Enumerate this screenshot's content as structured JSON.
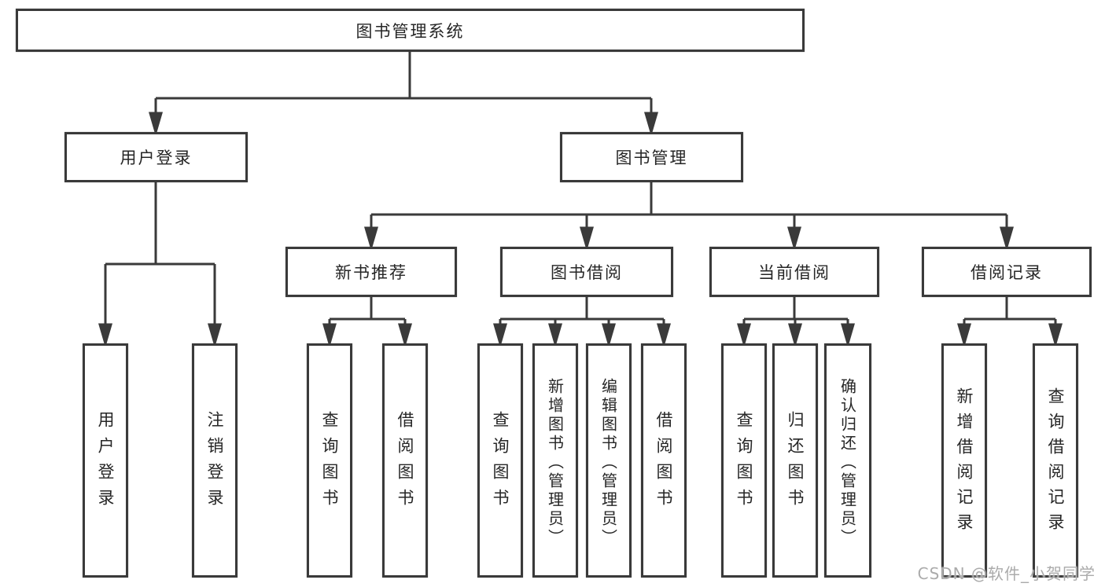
{
  "diagram_title": "图书管理系统",
  "colors": {
    "line": "#3a3a3a",
    "box_border": "#3a3a3a",
    "box_fill": "#ffffff",
    "text": "#262626",
    "watermark": "#ababab",
    "background": "#ffffff"
  },
  "nodes": {
    "root": "图书管理系统",
    "level2": {
      "user_login": "用户登录",
      "book_management": "图书管理"
    },
    "level3": {
      "new_book_recommend": "新书推荐",
      "book_borrowing": "图书借阅",
      "current_borrowing": "当前借阅",
      "borrowing_records": "借阅记录"
    },
    "leaves": {
      "user_login": "用户登录",
      "logout": "注销登录",
      "query_books_a": "查询图书",
      "borrow_books_a": "借阅图书",
      "query_books_b": "查询图书",
      "add_book_admin": "新增图书（管理员）",
      "edit_book_admin": "编辑图书（管理员）",
      "borrow_books_b": "借阅图书",
      "query_books_c": "查询图书",
      "return_books": "归还图书",
      "confirm_return_admin": "确认归还（管理员）",
      "add_borrow_record": "新增借阅记录",
      "query_borrow_record": "查询借阅记录"
    }
  },
  "watermark": "CSDN @软件_小贺同学"
}
